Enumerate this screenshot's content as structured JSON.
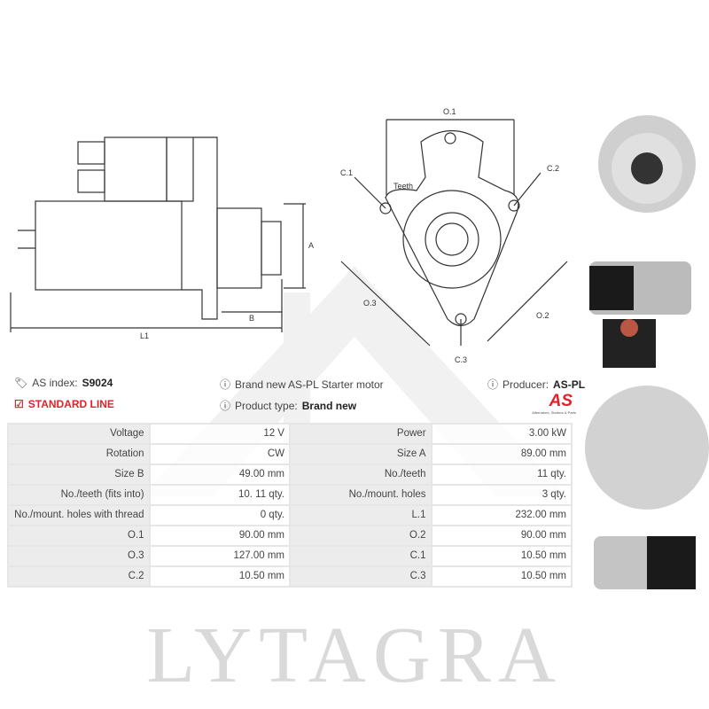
{
  "header": {
    "as_index_label": "AS index:",
    "as_index_value": "S9024",
    "line_label": "STANDARD LINE",
    "description": "Brand new AS-PL Starter motor",
    "product_type_label": "Product type:",
    "product_type_value": "Brand new",
    "producer_label": "Producer:",
    "producer_value": "AS-PL",
    "logo_text": "AS",
    "logo_tagline": "Alternators, Starters & Parts"
  },
  "diagram_labels": {
    "a": "A",
    "b": "B",
    "l1": "L1",
    "o1": "O.1",
    "o2": "O.2",
    "o3": "O.3",
    "c1": "C.1",
    "c2": "C.2",
    "c3": "C.3",
    "teeth": "Teeth"
  },
  "watermark": "LYTAGRA",
  "specs": [
    [
      "Voltage",
      "12 V",
      "Power",
      "3.00 kW"
    ],
    [
      "Rotation",
      "CW",
      "Size A",
      "89.00 mm"
    ],
    [
      "Size B",
      "49.00 mm",
      "No./teeth",
      "11 qty."
    ],
    [
      "No./teeth (fits into)",
      "10. 11 qty.",
      "No./mount. holes",
      "3 qty."
    ],
    [
      "No./mount. holes with thread",
      "0 qty.",
      "L.1",
      "232.00 mm"
    ],
    [
      "O.1",
      "90.00 mm",
      "O.2",
      "90.00 mm"
    ],
    [
      "O.3",
      "127.00 mm",
      "C.1",
      "10.50 mm"
    ],
    [
      "C.2",
      "10.50 mm",
      "C.3",
      "10.50 mm"
    ]
  ],
  "colors": {
    "accent": "#e0232b",
    "label_bg": "#ececec"
  }
}
